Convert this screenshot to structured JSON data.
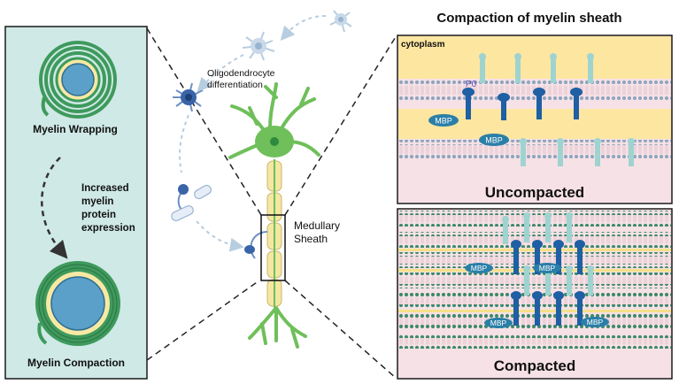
{
  "left_panel": {
    "wrapping_label": "Myelin Wrapping",
    "expression_label_lines": [
      "Increased",
      "myelin",
      "protein",
      "expression"
    ],
    "compaction_label": "Myelin Compaction"
  },
  "center": {
    "oligo_label_lines": [
      "Oligodendrocyte",
      "differentiation"
    ],
    "sheath_label_lines": [
      "Medullary",
      "Sheath"
    ]
  },
  "right_panel": {
    "title": "Compaction of myelin sheath",
    "cytoplasm_label": "cytoplasm",
    "p0_label": "P0",
    "mbp_label": "MBP",
    "uncompacted_label": "Uncompacted",
    "compacted_label": "Compacted"
  },
  "colors": {
    "panel_teal": "#cfe9e6",
    "panel_border": "#1a1a1a",
    "cytoplasm_yellow": "#fde6a0",
    "membrane_pink": "#f6e1e6",
    "bead_blue": "#8fa6bf",
    "bead_green": "#3f8a6a",
    "protein_blue": "#1f5fa3",
    "protein_light": "#9fd3d0",
    "mbp_blue": "#2a7fa8",
    "neuron_green": "#6fbf5a",
    "axon_yellow": "#f4e7a3",
    "nucleus_blue": "#5aa0c8"
  },
  "icons": [
    "oligodendrocyte-icon",
    "neuron-icon",
    "myelin-spiral-icon",
    "curved-arrow-icon"
  ]
}
